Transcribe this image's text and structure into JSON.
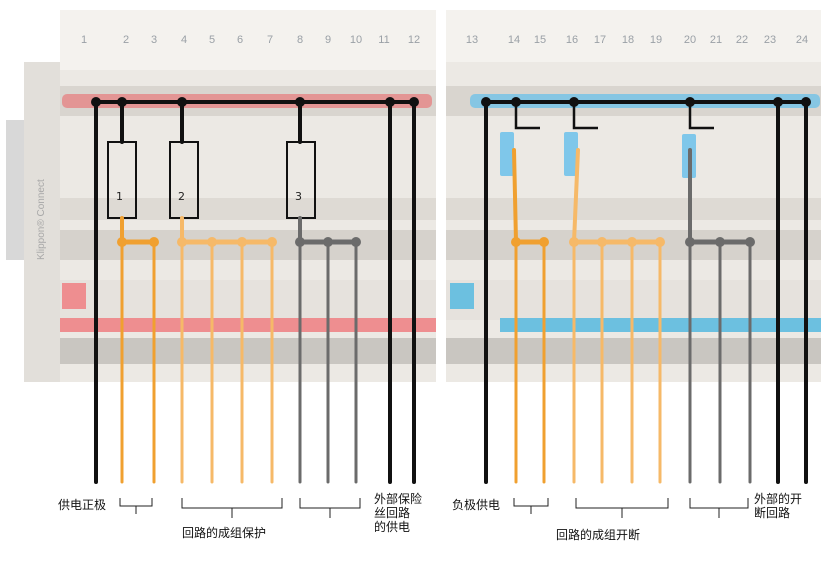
{
  "terminal_numbers": [
    "1",
    "2",
    "3",
    "4",
    "5",
    "6",
    "7",
    "8",
    "9",
    "10",
    "11",
    "12",
    "13",
    "14",
    "15",
    "16",
    "17",
    "18",
    "19",
    "20",
    "21",
    "22",
    "23",
    "24"
  ],
  "left_group": {
    "fuse_labels": [
      "1",
      "2",
      "3"
    ],
    "labels": {
      "positive_supply": "供电正极",
      "external_fuse_supply": "外部保险\n丝回路\n的供电",
      "group_protection": "回路的成组保护"
    }
  },
  "right_group": {
    "labels": {
      "negative_supply": "负极供电",
      "external_switch": "外部的开\n断回路",
      "group_switching": "回路的成组开断"
    }
  },
  "brand_text": "Klippon® Connect",
  "colors": {
    "black": "#111111",
    "orange": "#f0a030",
    "light_orange": "#f6b968",
    "gray": "#6b6b6b",
    "red_band": "#e8868a",
    "blue_band": "#6cc0e0",
    "housing": "#e9e6e1"
  }
}
